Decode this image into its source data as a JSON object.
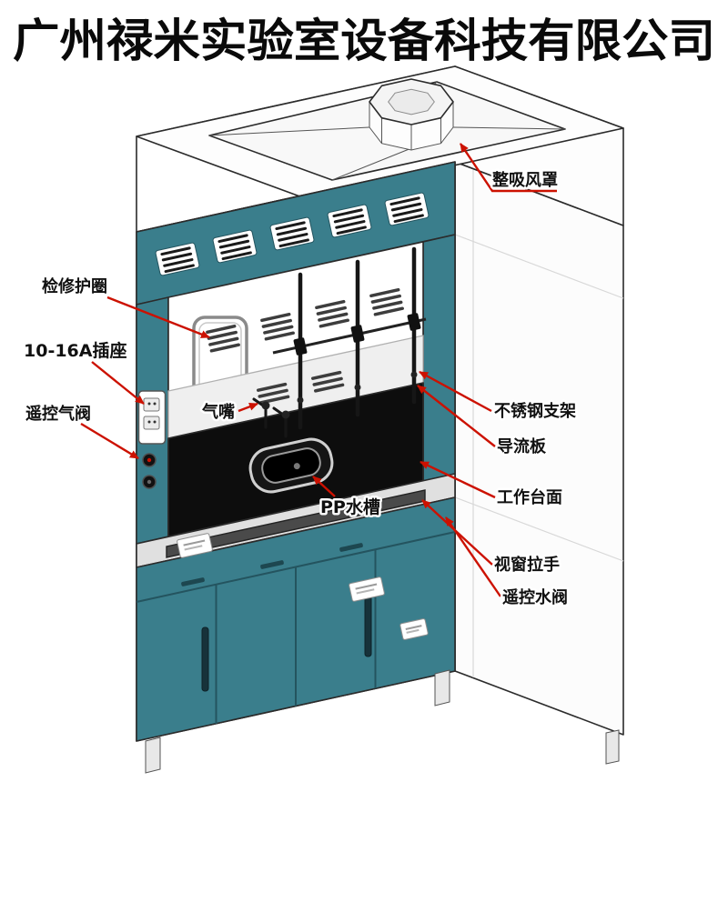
{
  "header": {
    "company": "广州禄米实验室设备科技有限公司"
  },
  "diagram": {
    "description": "isometric-fume-hood-technical-diagram",
    "labels": {
      "exhaust_hood": "整吸风罩",
      "service_ring": "检修护圈",
      "socket": "10-16A插座",
      "remote_gas_valve": "遥控气阀",
      "gas_nozzle": "气嘴",
      "pp_sink": "PP水槽",
      "stainless_bracket": "不锈钢支架",
      "baffle": "导流板",
      "worktop": "工作台面",
      "sash_handle": "视窗拉手",
      "remote_water_valve": "遥控水阀"
    },
    "colors": {
      "cabinet_teal": "#3a7e8c",
      "arrow_red": "#cc1100",
      "worktop_black": "#0d0d0d"
    }
  }
}
